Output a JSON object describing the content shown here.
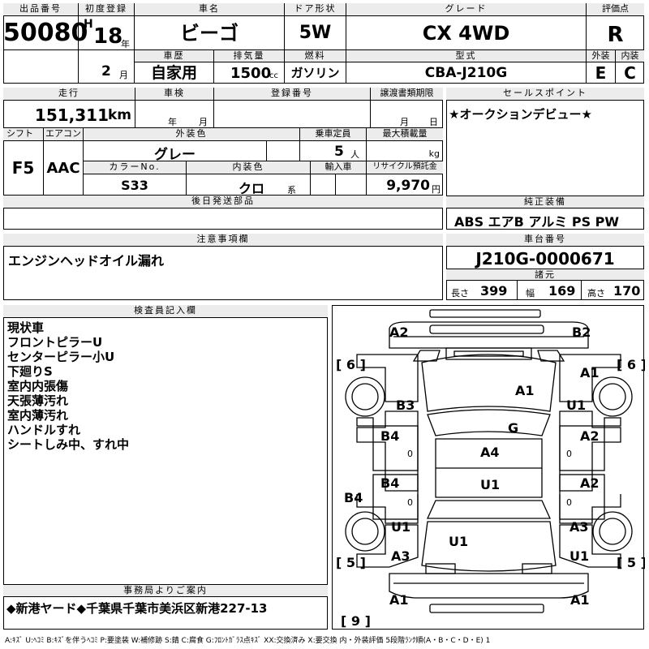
{
  "top": {
    "lot_label": "出品番号",
    "lot_number": "50080",
    "first_reg_label": "初度登録",
    "era": "H",
    "year": "18",
    "year_unit": "年",
    "month": "2",
    "month_unit": "月",
    "car_name_label": "車名",
    "car_name": "ビーゴ",
    "history_label": "車歴",
    "history": "自家用",
    "displacement_label": "排気量",
    "displacement": "1500",
    "displacement_unit": "cc",
    "door_label": "ドア形状",
    "door": "5W",
    "fuel_label": "燃料",
    "fuel": "ガソリン",
    "grade_label": "グレード",
    "grade": "CX 4WD",
    "model_label": "型式",
    "model": "CBA-J210G",
    "score_label": "評価点",
    "score": "R",
    "exterior_label": "外装",
    "exterior": "E",
    "interior_label": "内装",
    "interior": "C"
  },
  "middle": {
    "mileage_label": "走行",
    "mileage": "151,311",
    "mileage_unit": "km",
    "inspection_label": "車検",
    "insp_year_unit": "年",
    "insp_month_unit": "月",
    "regno_label": "登録番号",
    "transfer_label": "譲渡書類期限",
    "transfer_month_unit": "月",
    "transfer_day_unit": "日",
    "shift_label": "シフト",
    "shift": "F5",
    "ac_label": "エアコン",
    "ac": "AAC",
    "color_label": "外装色",
    "color": "グレー",
    "capacity_label": "乗車定員",
    "capacity": "5",
    "capacity_unit": "人",
    "maxload_label": "最大積載量",
    "maxload_unit": "kg",
    "colorno_label": "カラーNo.",
    "colorno": "S33",
    "intcolor_label": "内装色",
    "intcolor": "クロ",
    "intcolor_unit": "系",
    "import_label": "輸入車",
    "recycle_label": "リサイクル預託金",
    "recycle": "9,970",
    "recycle_unit": "円",
    "later_parts_label": "後日発送部品",
    "sales_label": "セールスポイント",
    "sales_text": "★オークションデビュー★",
    "equip_label": "純正装備",
    "equip_text": "ABS エアB アルミ PS PW"
  },
  "caution": {
    "label": "注意事項欄",
    "text": "エンジンヘッドオイル漏れ"
  },
  "chassis": {
    "label": "車台番号",
    "number": "J210G-0000671",
    "dims_label": "諸元",
    "length_label": "長さ",
    "length": "399",
    "width_label": "幅",
    "width": "169",
    "height_label": "高さ",
    "height": "170"
  },
  "inspector": {
    "label": "検査員記入欄",
    "lines": [
      "現状車",
      "フロントピラーU",
      "センターピラー小U",
      "下廻りS",
      "室内内張傷",
      "天張薄汚れ",
      "室内薄汚れ",
      "ハンドルすれ",
      "シートしみ中、すれ中"
    ]
  },
  "office": {
    "label": "事務局よりご案内",
    "text": "◆新港ヤード◆千葉県千葉市美浜区新港227-13"
  },
  "diagram_marks": {
    "a2_left": "A2",
    "b2_right": "B2",
    "tire_fl": "[ 6 ]",
    "tire_fr": "[ 6 ]",
    "tire_rl": "[ 5 ]",
    "tire_rr": "[ 5 ]",
    "spare": "[ 9 ]",
    "a1_front_right": "A1",
    "b3_left": "B3",
    "a1_hood": "A1",
    "u1_right": "U1",
    "g_glass": "G",
    "b4_front_left": "B4",
    "a2_front_right": "A2",
    "a4_roof": "A4",
    "b4_rear_left": "B4",
    "a2_rear_right": "A2",
    "u1_roof": "U1",
    "b4_side": "B4",
    "u1_rear_left": "U1",
    "a3_rear_right": "A3",
    "u1_trunk": "U1",
    "a3_rear_left": "A3",
    "u1_rear_right": "U1",
    "a1_bottom_left": "A1",
    "a1_bottom_right": "A1",
    "zero": "0"
  },
  "legend": "A:ｷｽﾞ U:ﾍｺﾐ B:ｷｽﾞを伴うﾍｺﾐ P:要塗装 W:補修跡 S:錆 C:腐食 G:ﾌﾛﾝﾄｶﾞﾗｽ点ｷｽﾞ XX:交換済み X:要交換 内・外装評価 5段階ﾗﾝｸ順(A・B・C・D・E) 1"
}
